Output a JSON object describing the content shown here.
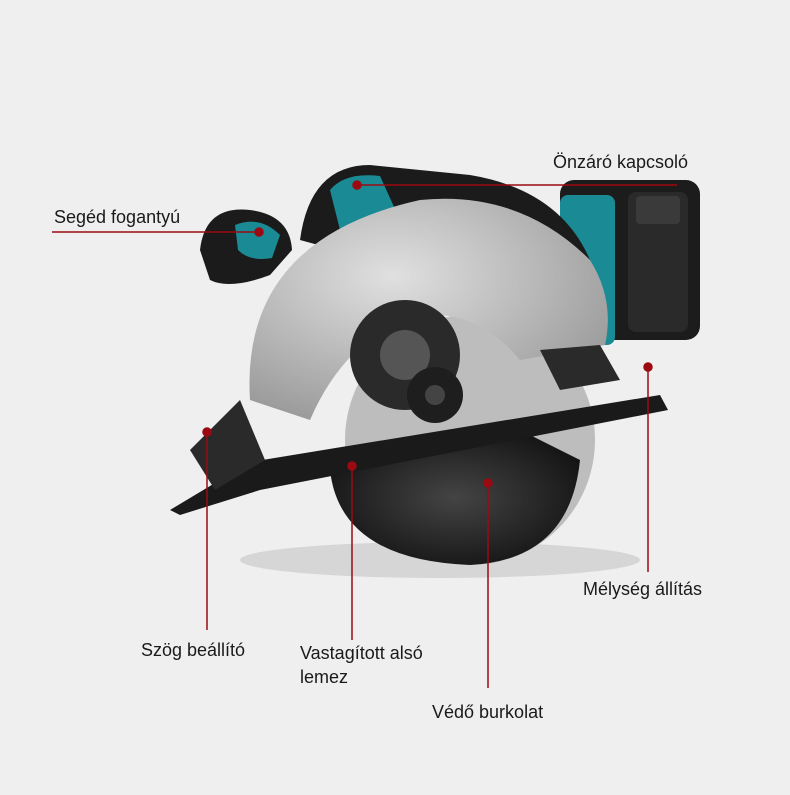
{
  "labels": {
    "aux_handle": "Segéd fogantyú",
    "lock_switch": "Önzáró kapcsoló",
    "depth_adjust": "Mélység állítás",
    "angle_adjust": "Szög beállító",
    "base_plate_line1": "Vastagított alsó",
    "base_plate_line2": "lemez",
    "blade_guard": "Védő burkolat"
  },
  "colors": {
    "callout": "#9b0a12",
    "accent": "#1a8a94"
  }
}
